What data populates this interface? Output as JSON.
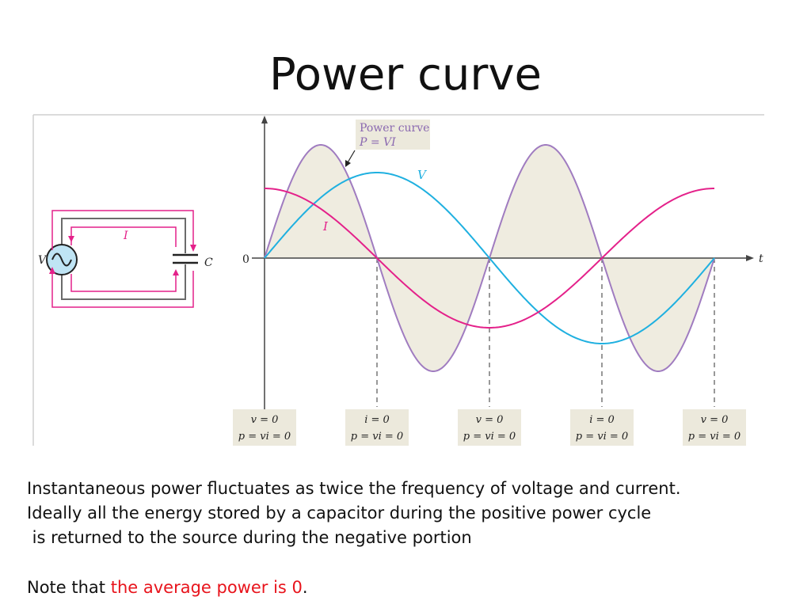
{
  "slide": {
    "title": "Power curve",
    "body_lines": [
      "Instantaneous power fluctuates as twice the frequency of voltage and current.",
      "Ideally all the energy stored by a capacitor during the positive power cycle",
      " is returned to the source during the negative portion"
    ],
    "note_prefix": "Note that ",
    "note_highlight": "the average power is 0",
    "note_suffix": "."
  },
  "circuit": {
    "source_label": "V",
    "current_label": "I",
    "capacitor_label": "C",
    "source_glyph": "sine-wave-icon"
  },
  "plot": {
    "axis_origin_label": "0",
    "time_label": "t",
    "voltage_label": "V",
    "current_label": "I",
    "power_label_line1": "Power curve",
    "power_label_line2": "P = VI",
    "markers": [
      {
        "line1": "v = 0",
        "line2": "p = vi = 0"
      },
      {
        "line1": "i = 0",
        "line2": "p = vi = 0"
      },
      {
        "line1": "v = 0",
        "line2": "p = vi = 0"
      },
      {
        "line1": "i = 0",
        "line2": "p = vi = 0"
      },
      {
        "line1": "v = 0",
        "line2": "p = vi = 0"
      }
    ]
  },
  "colors": {
    "voltage": "#1fb0e0",
    "current": "#e4218a",
    "power": "#a07cc0",
    "power_fill": "#efece0",
    "label_box": "#ece9dc",
    "highlight": "#e8141c"
  }
}
